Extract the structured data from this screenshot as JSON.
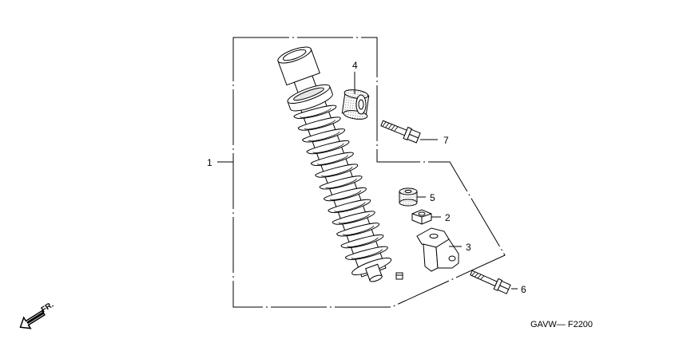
{
  "callouts": {
    "c1": "1",
    "c2": "2",
    "c3": "3",
    "c4": "4",
    "c5": "5",
    "c6": "6",
    "c7": "7"
  },
  "front_indicator": "FR.",
  "diagram_code": "GAVW— F2200"
}
